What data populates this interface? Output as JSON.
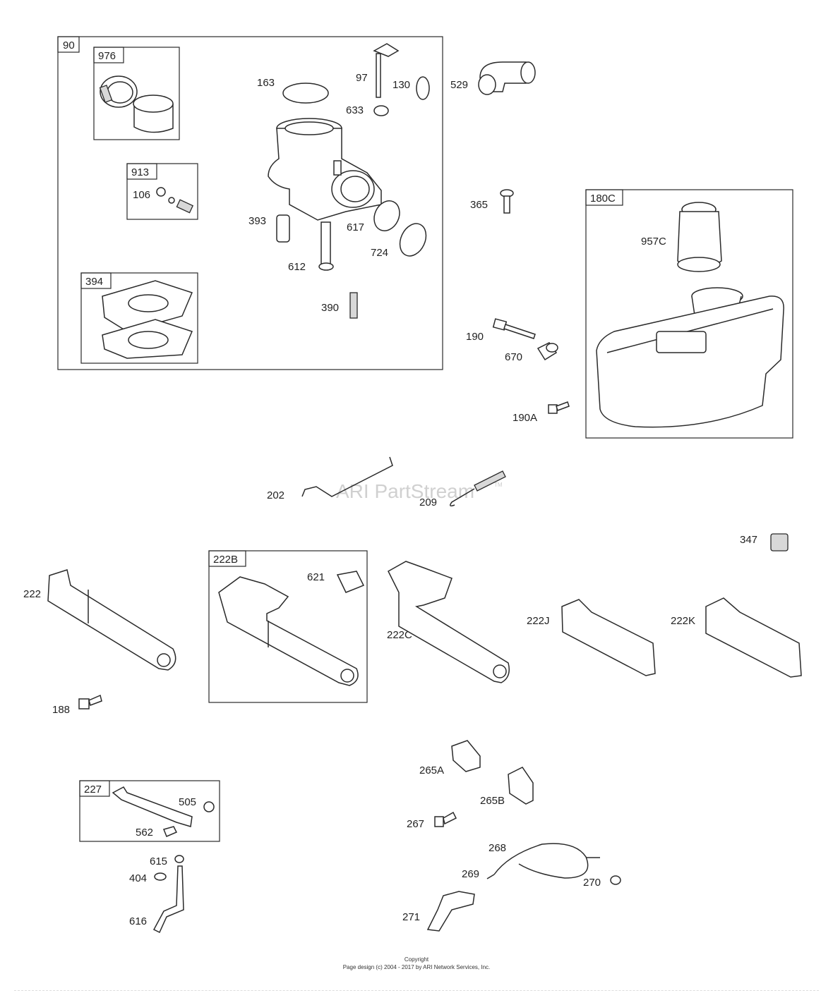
{
  "watermark": "ARI PartStream",
  "watermark_tm": "TM",
  "footer": {
    "line1": "Copyright",
    "line2": "Page design (c) 2004 - 2017 by ARI Network Services, Inc."
  },
  "boxes": {
    "b90": "90",
    "b976": "976",
    "b913": "913",
    "b394": "394",
    "b180c": "180C",
    "b222b": "222B",
    "b227": "227"
  },
  "labels": {
    "l163": "163",
    "l97": "97",
    "l130": "130",
    "l633": "633",
    "l529": "529",
    "l106": "106",
    "l393": "393",
    "l617": "617",
    "l612": "612",
    "l724": "724",
    "l390": "390",
    "l365": "365",
    "l957c": "957C",
    "l190": "190",
    "l670": "670",
    "l190a": "190A",
    "l202": "202",
    "l209": "209",
    "l347": "347",
    "l222": "222",
    "l621": "621",
    "l222c": "222C",
    "l222j": "222J",
    "l222k": "222K",
    "l188": "188",
    "l265a": "265A",
    "l265b": "265B",
    "l267": "267",
    "l268": "268",
    "l269": "269",
    "l270": "270",
    "l271": "271",
    "l505": "505",
    "l562": "562",
    "l615": "615",
    "l404": "404",
    "l616": "616"
  }
}
